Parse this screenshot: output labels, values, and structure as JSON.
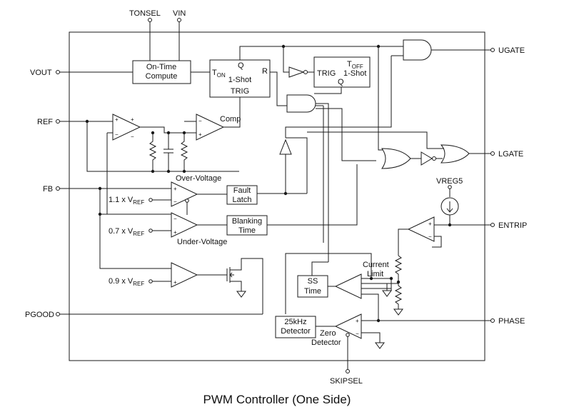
{
  "caption": "PWM Controller (One Side)",
  "pins": {
    "tonsel": "TONSEL",
    "vin": "VIN",
    "vout": "VOUT",
    "ref": "REF",
    "fb": "FB",
    "pgood": "PGOOD",
    "skipsel": "SKIPSEL",
    "ugate": "UGATE",
    "lgate": "LGATE",
    "entrip": "ENTRIP",
    "phase": "PHASE",
    "vreg5": "VREG5"
  },
  "blocks": {
    "on_time": [
      "On-Time",
      "Compute"
    ],
    "ton_oneshot": {
      "ton_main": "T",
      "ton_sub": "ON",
      "q": "Q",
      "r": "R",
      "body": "1-Shot",
      "trig": "TRIG"
    },
    "toff_oneshot": {
      "toff_main": "T",
      "toff_sub": "OFF",
      "trig": "TRIG",
      "body": "1-Shot",
      "q": "Q"
    },
    "fault_latch": [
      "Fault",
      "Latch"
    ],
    "blanking_time": [
      "Blanking",
      "Time"
    ],
    "ss_time": [
      "SS",
      "Time"
    ],
    "detector_25k": [
      "25kHz",
      "Detector"
    ]
  },
  "labels": {
    "comp": "Comp",
    "over_voltage": "Over-Voltage",
    "under_voltage": "Under-Voltage",
    "current_limit": [
      "Current",
      "Limit"
    ],
    "zero_detector": [
      "Zero",
      "Detector"
    ],
    "plus": "+",
    "minus": "−"
  },
  "refs": {
    "ovp": {
      "mult": "1.1 x V",
      "sub": "REF"
    },
    "uvp": {
      "mult": "0.7 x V",
      "sub": "REF"
    },
    "pg": {
      "mult": "0.9 x V",
      "sub": "REF"
    }
  }
}
